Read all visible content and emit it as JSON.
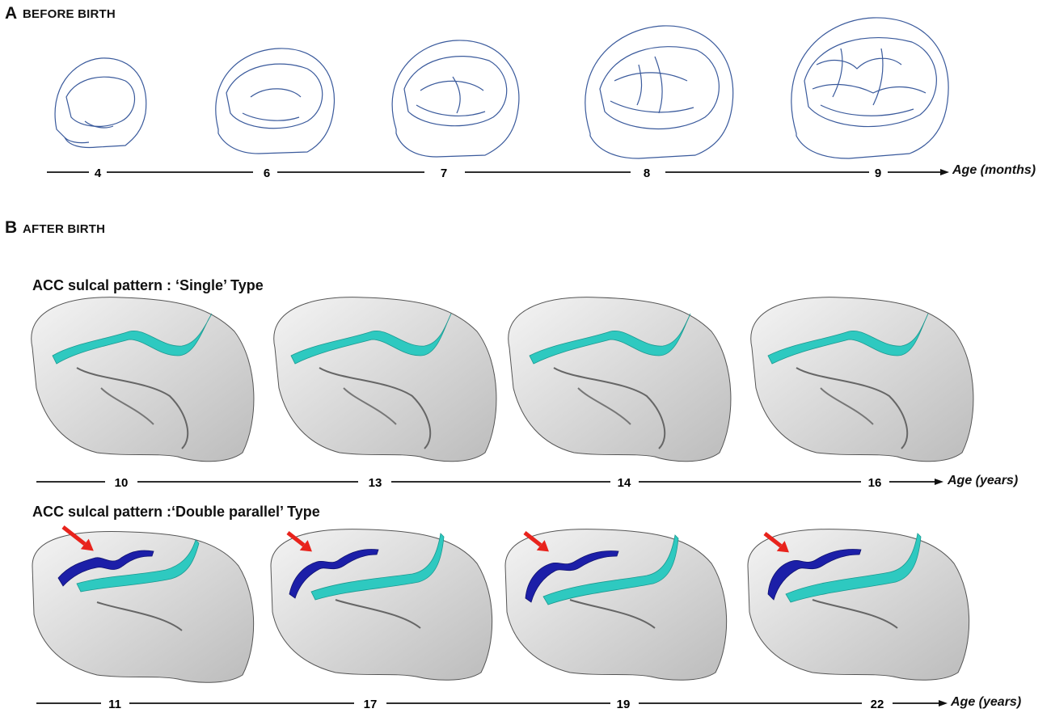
{
  "panel_a": {
    "letter": "A",
    "title": "BEFORE BIRTH",
    "axis_label": "Age (months)",
    "ticks": [
      "4",
      "6",
      "7",
      "8",
      "9"
    ]
  },
  "panel_b": {
    "letter": "B",
    "title": "AFTER BIRTH",
    "single": {
      "title": "ACC sulcal pattern : ‘Single’ Type",
      "axis_label": "Age (years)",
      "ticks": [
        "10",
        "13",
        "14",
        "16"
      ]
    },
    "double": {
      "title": "ACC sulcal pattern :‘Double parallel’ Type",
      "axis_label": "Age (years)",
      "ticks": [
        "11",
        "17",
        "19",
        "22"
      ]
    }
  },
  "colors": {
    "sketch_line": "#3a5a9c",
    "cingulate_sulcus": "#2ec9c0",
    "paracingulate_sulcus": "#1c1fa8",
    "arrow": "#e8231c",
    "brain_surface": "#d6d6d6"
  }
}
